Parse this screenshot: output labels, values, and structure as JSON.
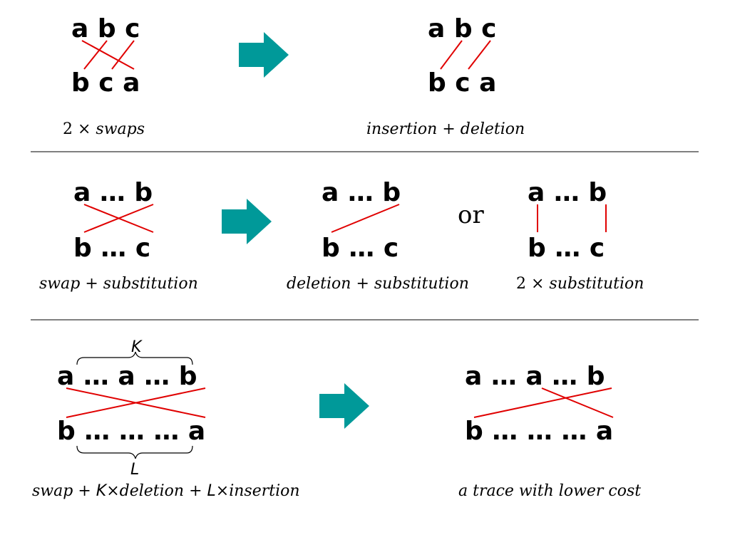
{
  "colors": {
    "trace": "#e00000",
    "arrow": "#009999"
  },
  "row1": {
    "left": {
      "top": "a b c",
      "bottom": "b c a",
      "caption_prefix": "2 × ",
      "caption": "swaps"
    },
    "right": {
      "top": "a b c",
      "bottom": "b c a",
      "caption": "insertion + deletion"
    }
  },
  "row2": {
    "left": {
      "top": "a … b",
      "bottom": "b … c",
      "caption": "swap + substitution"
    },
    "middle": {
      "top": "a … b",
      "bottom": "b … c",
      "caption": "deletion + substitution"
    },
    "or_label": "or",
    "right": {
      "top": "a … b",
      "bottom": "b … c",
      "caption_prefix": "2 × ",
      "caption": "substitution"
    }
  },
  "row3": {
    "left": {
      "top": "a … a … b",
      "bottom": "b … … … a",
      "brace_top_label": "K",
      "brace_bottom_label": "L",
      "caption_parts": [
        "swap",
        " + ",
        "K",
        "×",
        "deletion",
        " + ",
        "L",
        "×",
        "insertion"
      ]
    },
    "right": {
      "top": "a … a … b",
      "bottom": "b … … … a",
      "caption": "a trace with lower cost"
    }
  }
}
